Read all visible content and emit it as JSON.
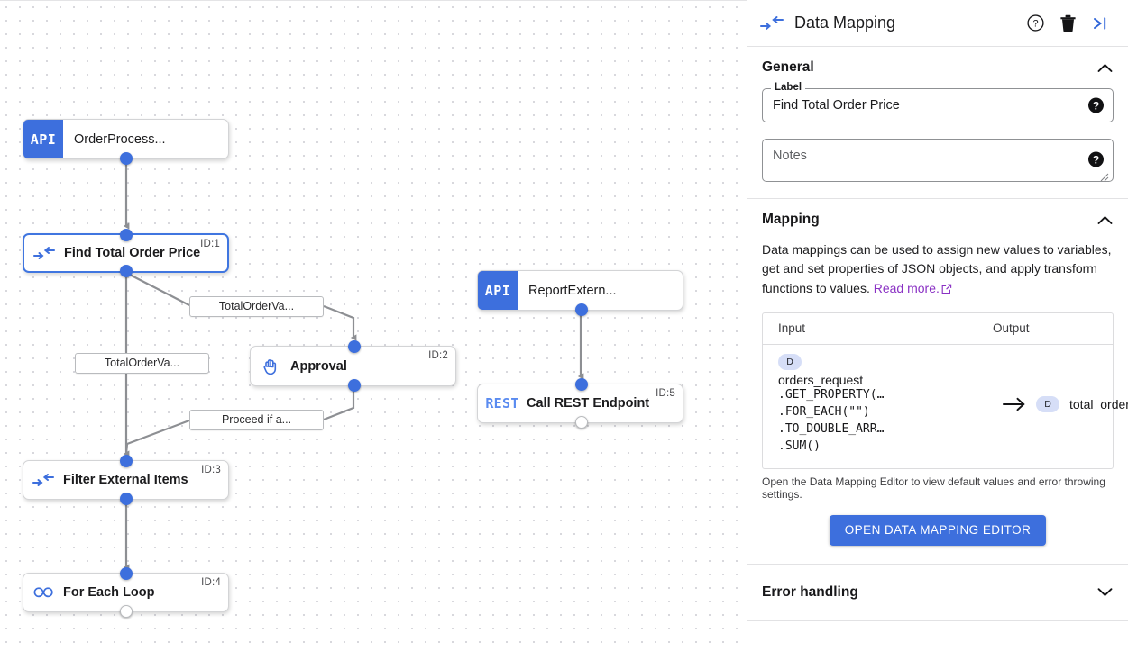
{
  "panel": {
    "header": {
      "icon": "data-mapping-icon",
      "title": "Data Mapping",
      "help_icon": "help-circle-icon",
      "delete_icon": "trash-icon",
      "collapse_icon": "collapse-panel-right-icon"
    },
    "general": {
      "title": "General",
      "collapse_state": "expanded",
      "label_field": {
        "legend": "Label",
        "value": "Find Total Order Price",
        "help": "?"
      },
      "notes_field": {
        "placeholder": "Notes",
        "value": "",
        "help": "?"
      }
    },
    "mapping": {
      "title": "Mapping",
      "collapse_state": "expanded",
      "description": "Data mappings can be used to assign new values to variables, get and set properties of JSON objects, and apply transform functions to values.",
      "link_text": "Read more.",
      "link_color": "#8a31c4",
      "table": {
        "headers": [
          "Input",
          "Output"
        ],
        "rows": [
          {
            "input_badge": "D",
            "input_variable": "orders_request",
            "input_chain": ".GET_PROPERTY(…\n.FOR_EACH(\"\")\n.TO_DOUBLE_ARR…\n.SUM()",
            "arrow": "→",
            "output_badge": "D",
            "output_variable": "total_order…"
          }
        ]
      },
      "note": "Open the Data Mapping Editor to view default values and error throwing settings.",
      "editor_button": "OPEN DATA MAPPING EDITOR"
    },
    "error_handling": {
      "title": "Error handling",
      "collapse_state": "collapsed"
    }
  },
  "canvas": {
    "accent_color": "#3d6fdd",
    "nodes": [
      {
        "id": "",
        "badge": "API",
        "title": "OrderProcess...",
        "icon": "api-badge",
        "selected": false
      },
      {
        "id": "ID:1",
        "badge": "",
        "title": "Find Total Order Price",
        "icon": "data-mapping-icon",
        "selected": true
      },
      {
        "id": "ID:2",
        "badge": "",
        "title": "Approval",
        "icon": "hand-icon",
        "selected": false
      },
      {
        "id": "ID:3",
        "badge": "",
        "title": "Filter External Items",
        "icon": "data-mapping-icon",
        "selected": false
      },
      {
        "id": "ID:4",
        "badge": "",
        "title": "For Each Loop",
        "icon": "loop-infinity-icon",
        "selected": false
      },
      {
        "id": "",
        "badge": "API",
        "title": "ReportExtern...",
        "icon": "api-badge",
        "selected": false
      },
      {
        "id": "ID:5",
        "badge": "REST",
        "title": "Call REST Endpoint",
        "icon": "rest-label",
        "selected": false
      }
    ],
    "edge_labels": [
      "TotalOrderVa...",
      "TotalOrderVa...",
      "Proceed if a..."
    ]
  }
}
